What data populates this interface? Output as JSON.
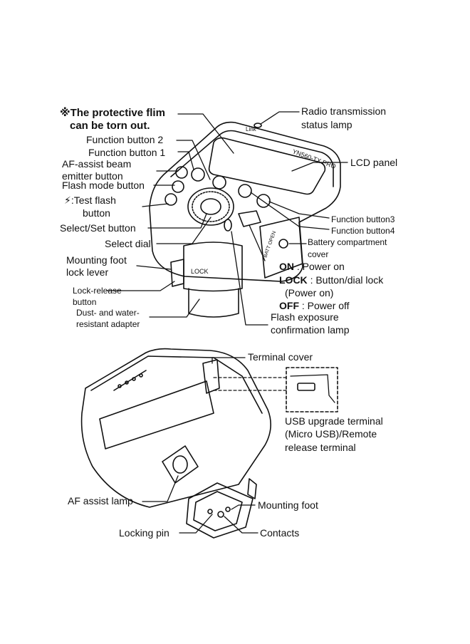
{
  "diagram": {
    "top": {
      "note_line1": "※The protective flim",
      "note_line2": "can be torn out.",
      "function_button_2": "Function button 2",
      "function_button_1": "Function button 1",
      "af_assist_line1": "AF-assist beam",
      "af_assist_line2": "emitter button",
      "flash_mode_button": "Flash mode button",
      "test_flash_icon": "lightning-bolt-icon",
      "test_flash_line1": ":Test flash",
      "test_flash_line2": "button",
      "select_set_button": "Select/Set button",
      "select_dial": "Select dial",
      "mounting_lever_line1": "Mounting foot",
      "mounting_lever_line2": "lock lever",
      "lock_release_line1": "Lock-release",
      "lock_release_line2": "button",
      "adapter_line1": "Dust- and water-",
      "adapter_line2": "resistant adapter",
      "radio_lamp_line1": "Radio transmission",
      "radio_lamp_line2": "status lamp",
      "lcd_panel": "LCD panel",
      "function_button_3": "Function button3",
      "function_button_4": "Function button4",
      "battery_line1": "Battery compartment",
      "battery_line2": "cover",
      "on_key": "ON",
      "on_desc": ": Power on",
      "lock_key": "LOCK",
      "lock_desc": ":  Button/dial lock",
      "lock_desc2": "(Power on)",
      "off_key": "OFF",
      "off_desc": ":  Power off",
      "fe_lamp_line1": "Flash exposure",
      "fe_lamp_line2": "confirmation lamp",
      "device_model": "YN560-TX PRO",
      "lock_tag": "LOCK",
      "batt_tag": "BATT OPEN",
      "link_tag": "Link"
    },
    "bottom": {
      "terminal_cover": "Terminal cover",
      "usb_line1": "USB upgrade terminal",
      "usb_line2": "(Micro USB)/Remote",
      "usb_line3": "release terminal",
      "af_assist_lamp": "AF assist lamp",
      "mounting_foot": "Mounting foot",
      "locking_pin": "Locking pin",
      "contacts": "Contacts"
    }
  }
}
